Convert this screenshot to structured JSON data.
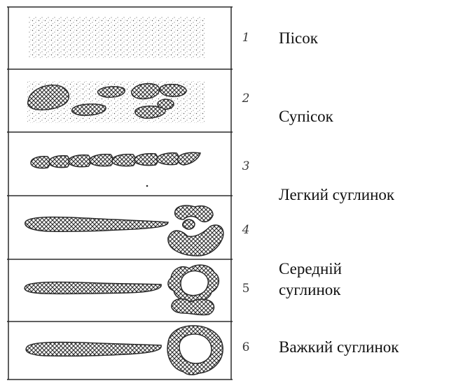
{
  "rows": [
    {
      "num": "1",
      "label": "Пісок"
    },
    {
      "num": "2",
      "label": "Супісок"
    },
    {
      "num": "3",
      "label": "Легкий суглинок"
    },
    {
      "num": "4",
      "label": ""
    },
    {
      "num": "5",
      "label": "Середній\nсуглинок"
    },
    {
      "num": "6",
      "label": "Важкий суглинок"
    }
  ],
  "colors": {
    "ink": "#2b2b2b",
    "paper": "#ffffff",
    "dots": "#555555"
  }
}
